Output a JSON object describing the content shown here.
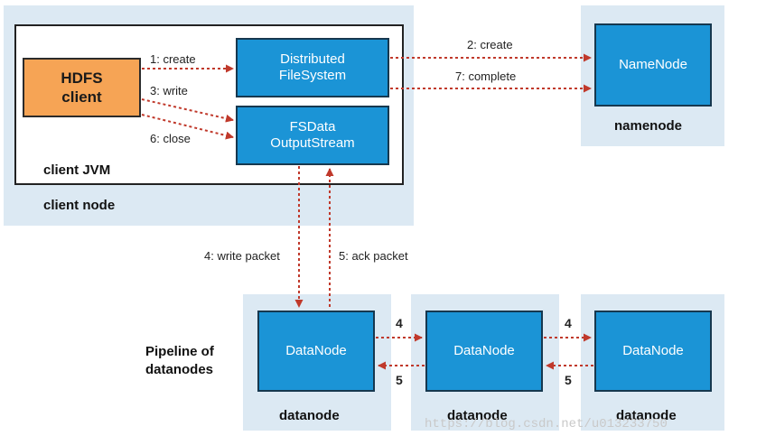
{
  "client_node": {
    "label": "client node",
    "jvm_label": "client JVM",
    "hdfs_client": {
      "line1": "HDFS",
      "line2": "client"
    },
    "dfs": {
      "line1": "Distributed",
      "line2": "FileSystem"
    },
    "fsdos": {
      "line1": "FSData",
      "line2": "OutputStream"
    }
  },
  "namenode": {
    "box": "NameNode",
    "label": "namenode"
  },
  "arrows": {
    "create1": "1: create",
    "write3": "3: write",
    "close6": "6: close",
    "create2": "2: create",
    "complete7": "7: complete",
    "write_packet": "4: write packet",
    "ack_packet": "5: ack packet",
    "fwd1": "4",
    "back1": "5",
    "fwd2": "4",
    "back2": "5"
  },
  "pipeline": {
    "line1": "Pipeline of",
    "line2": "datanodes",
    "datanodes": [
      {
        "box": "DataNode",
        "label": "datanode"
      },
      {
        "box": "DataNode",
        "label": "datanode"
      },
      {
        "box": "DataNode",
        "label": "datanode"
      }
    ]
  },
  "watermark": "https://blog.csdn.net/u013233750",
  "colors": {
    "panel": "#dce9f3",
    "box": "#1b94d6",
    "client": "#f6a455",
    "arrow": "#c0392b"
  }
}
